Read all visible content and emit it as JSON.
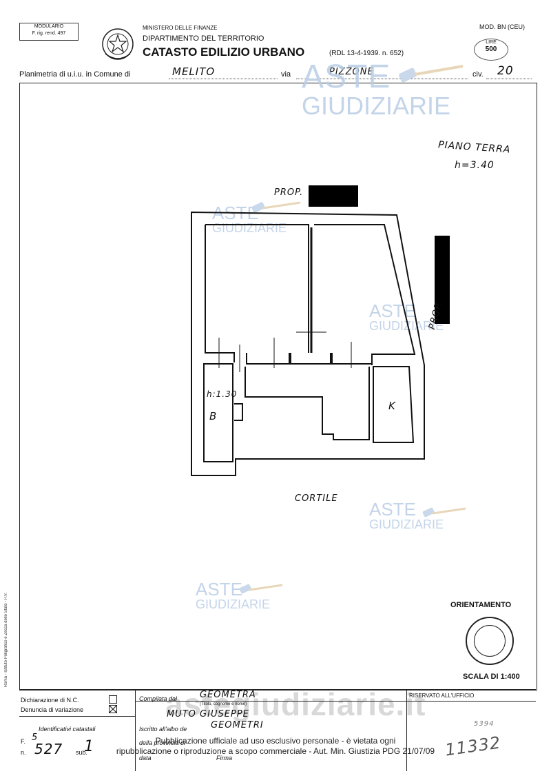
{
  "header": {
    "modulario_line1": "MODULARIO",
    "modulario_line2": "F. rig. rend. 497",
    "ministry": "MINISTERO DELLE FINANZE",
    "department": "DIPARTIMENTO DEL TERRITORIO",
    "title": "CATASTO EDILIZIO URBANO",
    "law": "(RDL 13-4-1939. n. 652)",
    "model": "MOD. BN (CEU)",
    "lire_label": "LIRE",
    "lire_value": "500"
  },
  "planimetria": {
    "label": "Planimetria di u.i.u. in Comune di",
    "comune": "MELITO",
    "via_label": "via",
    "via": "PIZZONE",
    "civ_label": "civ.",
    "civ": "20"
  },
  "drawing": {
    "floor": "PIANO TERRA",
    "height": "h=3.40",
    "prop_top": "PROP.",
    "prop_right": "PROP.",
    "room_height": "h:1.30",
    "room_b": "B",
    "room_k": "K",
    "cortile": "CORTILE",
    "orientamento": "ORIENTAMENTO",
    "scala": "SCALA DI 1:400"
  },
  "watermarks": {
    "aste": "ASTE",
    "giudiziarie": "GIUDIZIARIE",
    "site": "astegiudiziarie.it"
  },
  "bottom": {
    "dichiarazione": "Dichiarazione di N.C.",
    "denuncia": "Denuncia di variazione",
    "identificativi": "Identificativi catastali",
    "f_label": "F.",
    "f_value": "5",
    "n_label": "n.",
    "n_value": "527",
    "sub_label": "sub.",
    "sub_value": "1",
    "compilata_label": "Compilata dal",
    "compilata_value": "GEOMETRA",
    "titolo_label": "(Titolo, cognome e nome)",
    "nome_value": "MUTO GIUSEPPE",
    "iscritto_label": "Iscritto all'albo de",
    "iscritto_value": "GEOMETRI",
    "provincia_label": "della provincia di",
    "data_label": "data",
    "firma_label": "Firma",
    "riservato": "RISERVATO ALL'UFFICIO",
    "stamp_number": "11332",
    "stamp_small": "5394"
  },
  "side_print": "Roma - Istituto Poligrafico e Zecca dello Stato - P.V.",
  "footer": {
    "line1": "Pubblicazione ufficiale ad uso esclusivo personale - è vietata ogni",
    "line2": "ripubblicazione o riproduzione a scopo commerciale - Aut. Min. Giustizia PDG 21/07/09"
  }
}
